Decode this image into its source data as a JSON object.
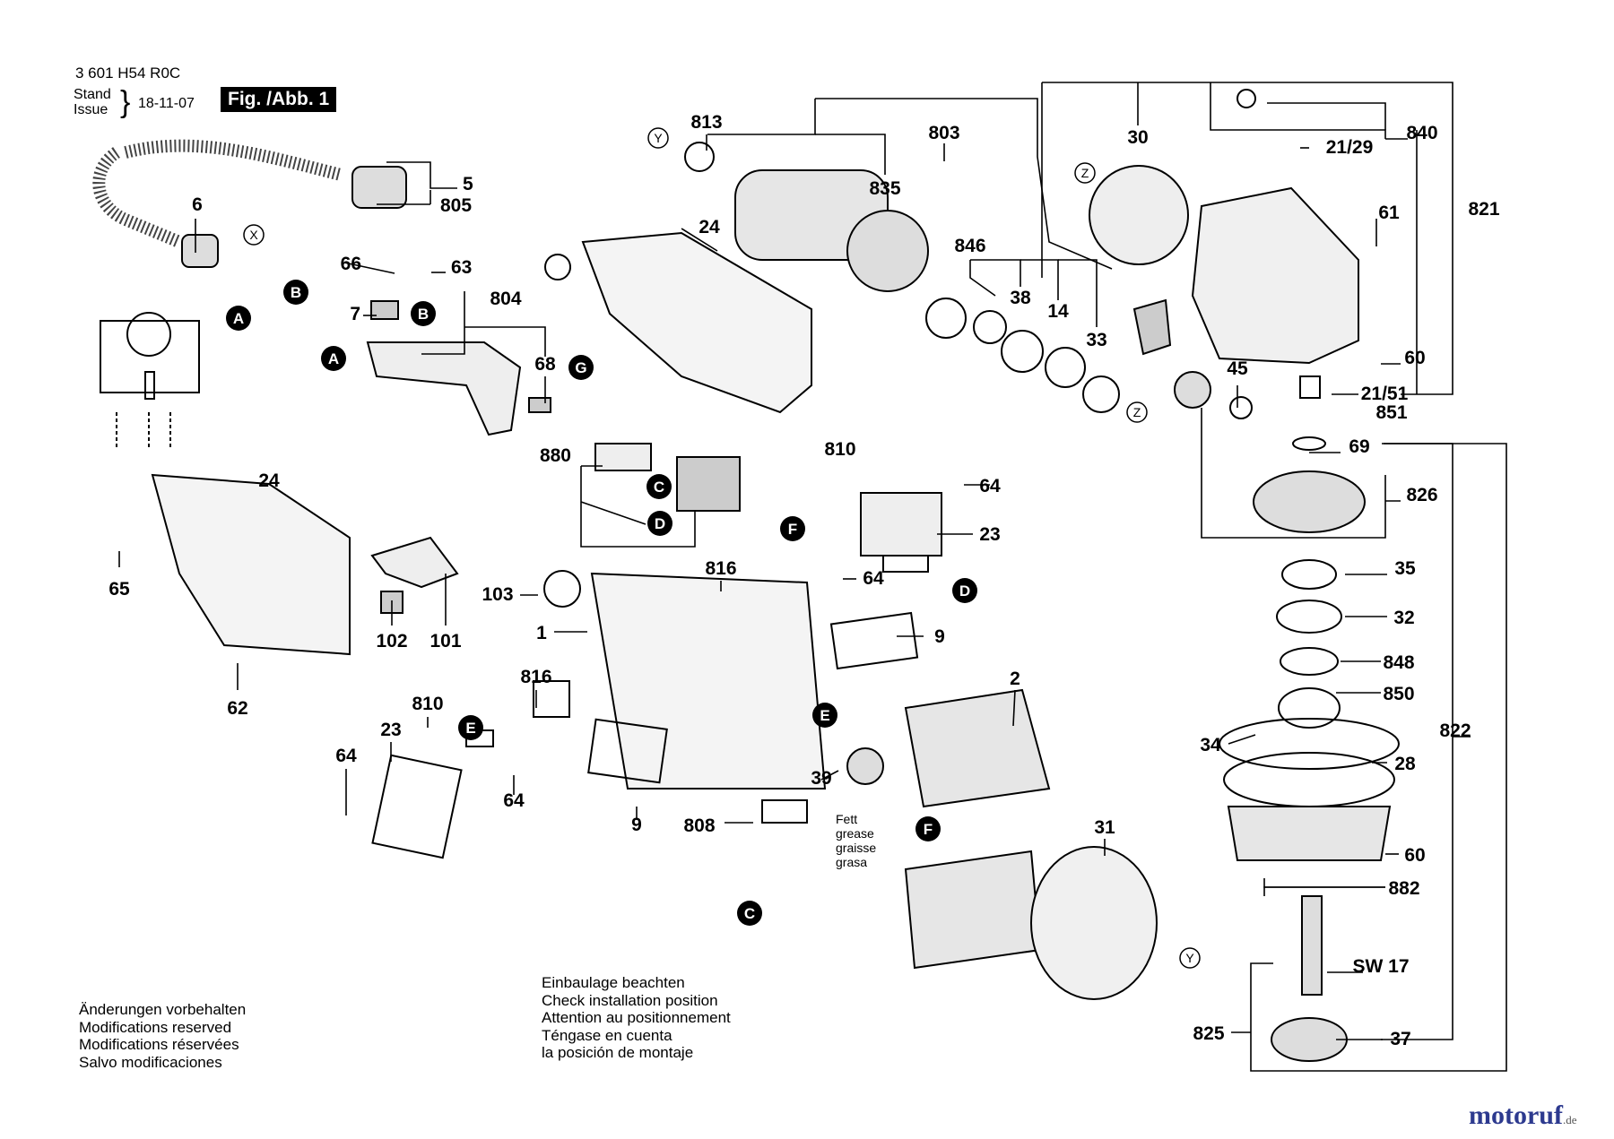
{
  "header": {
    "part_number": "3 601 H54 R0C",
    "stand_label": "Stand",
    "issue_label": "Issue",
    "date": "18-11-07",
    "figure_label": "Fig. /Abb. 1"
  },
  "notes": {
    "modifications": [
      "Änderungen vorbehalten",
      "Modifications reserved",
      "Modifications réservées",
      "Salvo modificaciones"
    ],
    "installation": [
      "Einbaulage beachten",
      "Check installation position",
      "Attention au positionnement",
      "Téngase en cuenta",
      "la posición de montaje"
    ],
    "grease": [
      "Fett",
      "grease",
      "graisse",
      "grasa"
    ]
  },
  "brand": {
    "name": "motoruf",
    "tld": ".de",
    "color": "#2d3a8f"
  },
  "part_labels": [
    {
      "id": "p5",
      "text": "5"
    },
    {
      "id": "p805",
      "text": "805"
    },
    {
      "id": "p6",
      "text": "6"
    },
    {
      "id": "p66",
      "text": "66"
    },
    {
      "id": "p63",
      "text": "63"
    },
    {
      "id": "p7",
      "text": "7"
    },
    {
      "id": "p804",
      "text": "804"
    },
    {
      "id": "p68",
      "text": "68"
    },
    {
      "id": "p880",
      "text": "880"
    },
    {
      "id": "p24a",
      "text": "24"
    },
    {
      "id": "p24b",
      "text": "24"
    },
    {
      "id": "p65",
      "text": "65"
    },
    {
      "id": "p62",
      "text": "62"
    },
    {
      "id": "p102",
      "text": "102"
    },
    {
      "id": "p101",
      "text": "101"
    },
    {
      "id": "p813",
      "text": "813"
    },
    {
      "id": "p835",
      "text": "835"
    },
    {
      "id": "p803",
      "text": "803"
    },
    {
      "id": "p846",
      "text": "846"
    },
    {
      "id": "p38",
      "text": "38"
    },
    {
      "id": "p14",
      "text": "14"
    },
    {
      "id": "p33",
      "text": "33"
    },
    {
      "id": "p30",
      "text": "30"
    },
    {
      "id": "p840",
      "text": "840"
    },
    {
      "id": "p2129",
      "text": "21/29"
    },
    {
      "id": "p821",
      "text": "821"
    },
    {
      "id": "p61",
      "text": "61"
    },
    {
      "id": "p60a",
      "text": "60"
    },
    {
      "id": "p2151",
      "text": "21/51"
    },
    {
      "id": "p851",
      "text": "851"
    },
    {
      "id": "p45",
      "text": "45"
    },
    {
      "id": "p69",
      "text": "69"
    },
    {
      "id": "p826",
      "text": "826"
    },
    {
      "id": "p35",
      "text": "35"
    },
    {
      "id": "p32",
      "text": "32"
    },
    {
      "id": "p848",
      "text": "848"
    },
    {
      "id": "p850",
      "text": "850"
    },
    {
      "id": "p822",
      "text": "822"
    },
    {
      "id": "p34",
      "text": "34"
    },
    {
      "id": "p28",
      "text": "28"
    },
    {
      "id": "p60b",
      "text": "60"
    },
    {
      "id": "p882",
      "text": "882"
    },
    {
      "id": "psw17",
      "text": "SW 17"
    },
    {
      "id": "p825",
      "text": "825"
    },
    {
      "id": "p37",
      "text": "37"
    },
    {
      "id": "p810a",
      "text": "810"
    },
    {
      "id": "p64a",
      "text": "64"
    },
    {
      "id": "p23a",
      "text": "23"
    },
    {
      "id": "p816a",
      "text": "816"
    },
    {
      "id": "p64b",
      "text": "64"
    },
    {
      "id": "p103",
      "text": "103"
    },
    {
      "id": "p1",
      "text": "1"
    },
    {
      "id": "p9a",
      "text": "9"
    },
    {
      "id": "p2",
      "text": "2"
    },
    {
      "id": "p816b",
      "text": "816"
    },
    {
      "id": "p810b",
      "text": "810"
    },
    {
      "id": "p23b",
      "text": "23"
    },
    {
      "id": "p64c",
      "text": "64"
    },
    {
      "id": "p64d",
      "text": "64"
    },
    {
      "id": "p9b",
      "text": "9"
    },
    {
      "id": "p808",
      "text": "808"
    },
    {
      "id": "p39",
      "text": "39"
    },
    {
      "id": "p31",
      "text": "31"
    }
  ],
  "callouts": [
    {
      "id": "cA1",
      "text": "A"
    },
    {
      "id": "cA2",
      "text": "A"
    },
    {
      "id": "cB1",
      "text": "B"
    },
    {
      "id": "cB2",
      "text": "B"
    },
    {
      "id": "cG",
      "text": "G"
    },
    {
      "id": "cC1",
      "text": "C"
    },
    {
      "id": "cD1",
      "text": "D"
    },
    {
      "id": "cF1",
      "text": "F"
    },
    {
      "id": "cD2",
      "text": "D"
    },
    {
      "id": "cE1",
      "text": "E"
    },
    {
      "id": "cE2",
      "text": "E"
    },
    {
      "id": "cF2",
      "text": "F"
    },
    {
      "id": "cC2",
      "text": "C"
    },
    {
      "id": "cX2",
      "text": "X"
    }
  ],
  "outline_markers": [
    {
      "id": "oX1",
      "text": "X"
    },
    {
      "id": "oY1",
      "text": "Y"
    },
    {
      "id": "oZ1",
      "text": "Z"
    },
    {
      "id": "oZ2",
      "text": "Z"
    },
    {
      "id": "oY2",
      "text": "Y"
    }
  ]
}
